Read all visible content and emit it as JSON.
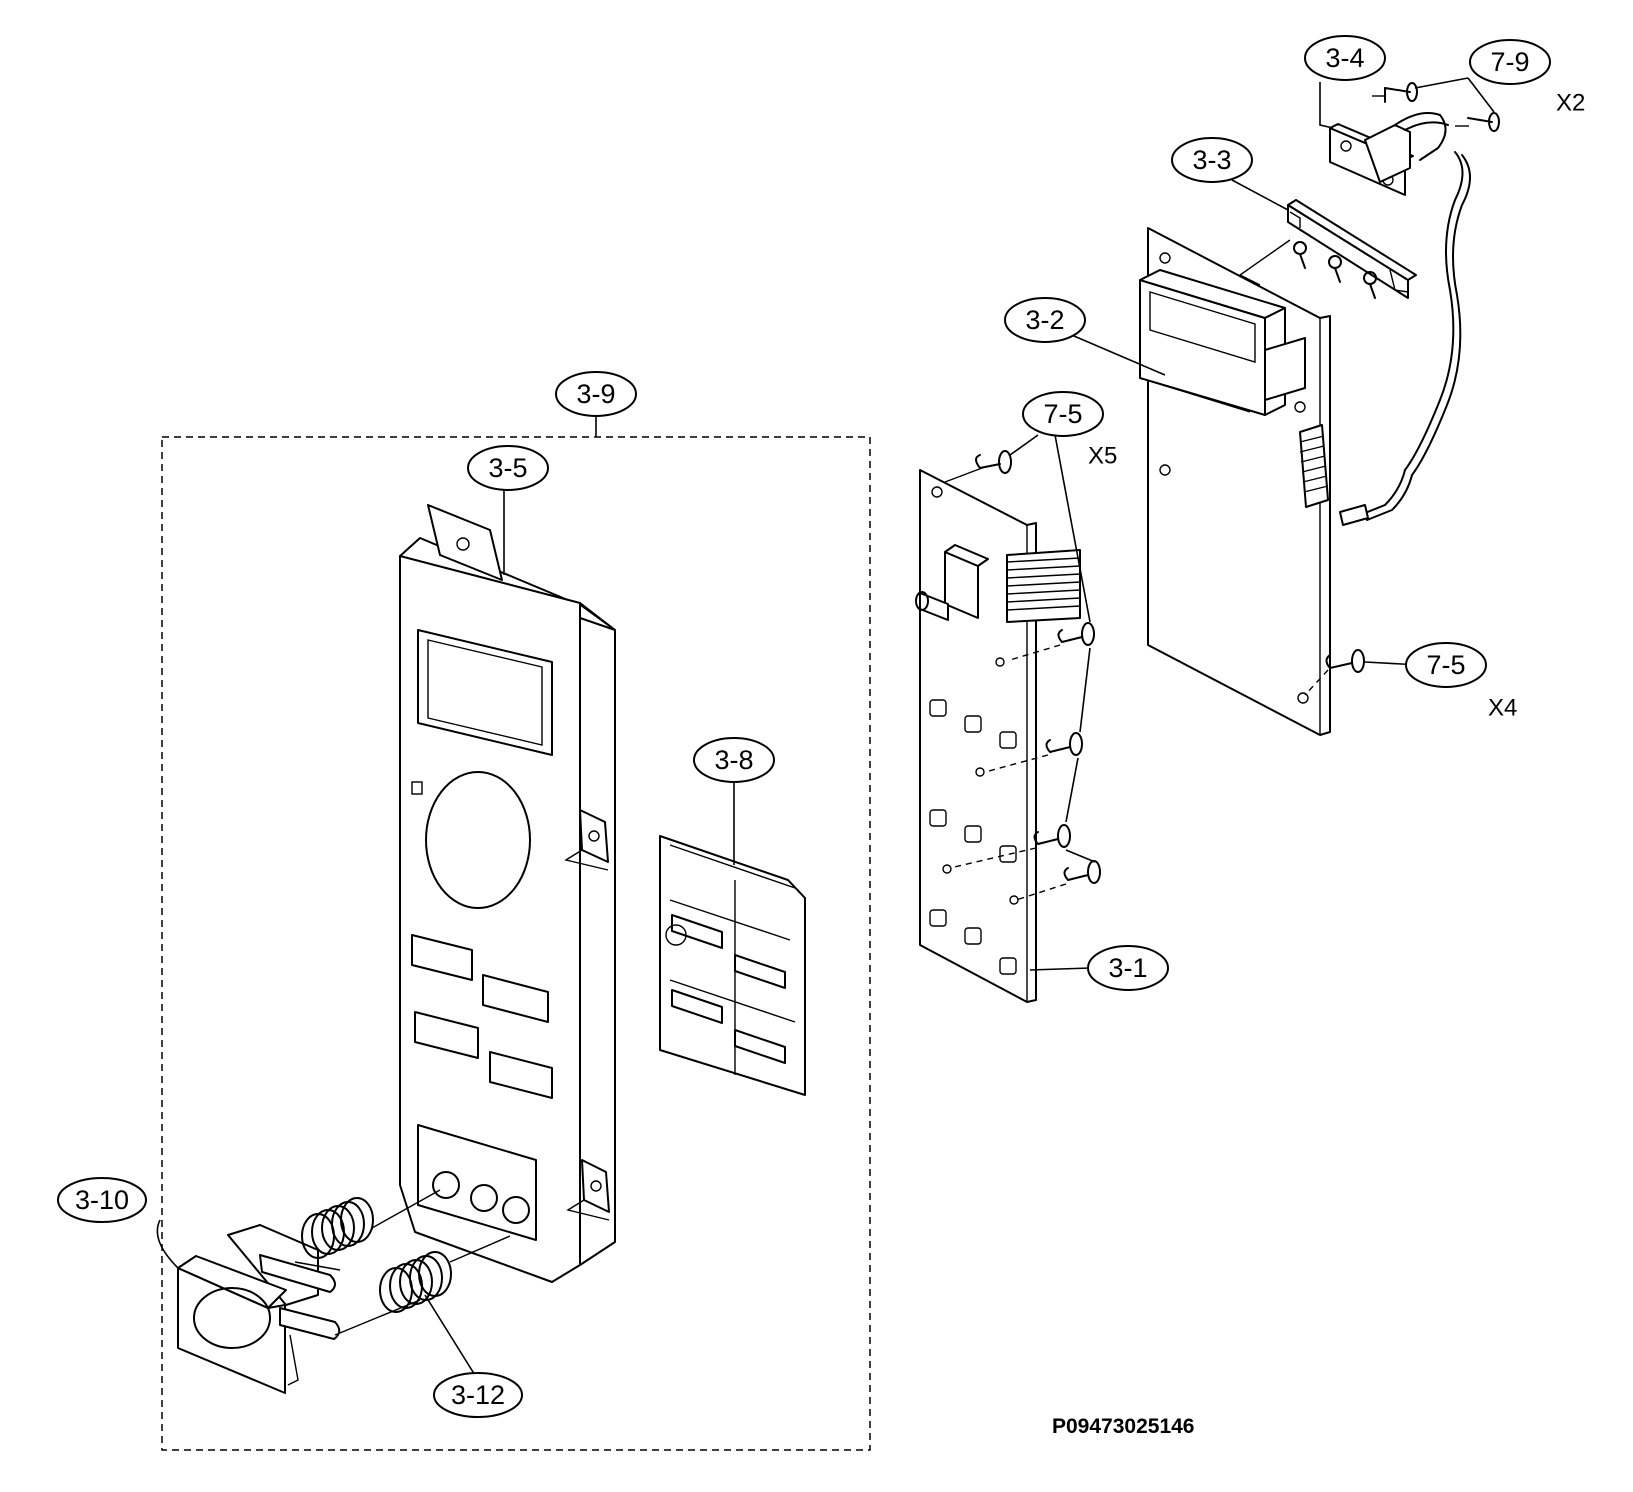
{
  "diagram": {
    "labels": {
      "c1": "3-1",
      "c2": "3-2",
      "c3": "3-3",
      "c4": "3-4",
      "c5": "3-5",
      "c8": "3-8",
      "c9": "3-9",
      "c10": "3-10",
      "c12": "3-12",
      "c75a": "7-5",
      "c75b": "7-5",
      "c79": "7-9"
    },
    "quantities": {
      "screws_7_9": "X2",
      "screws_7_5_left": "X5",
      "screws_7_5_right": "X4"
    },
    "figure_code": "P09473025146"
  }
}
